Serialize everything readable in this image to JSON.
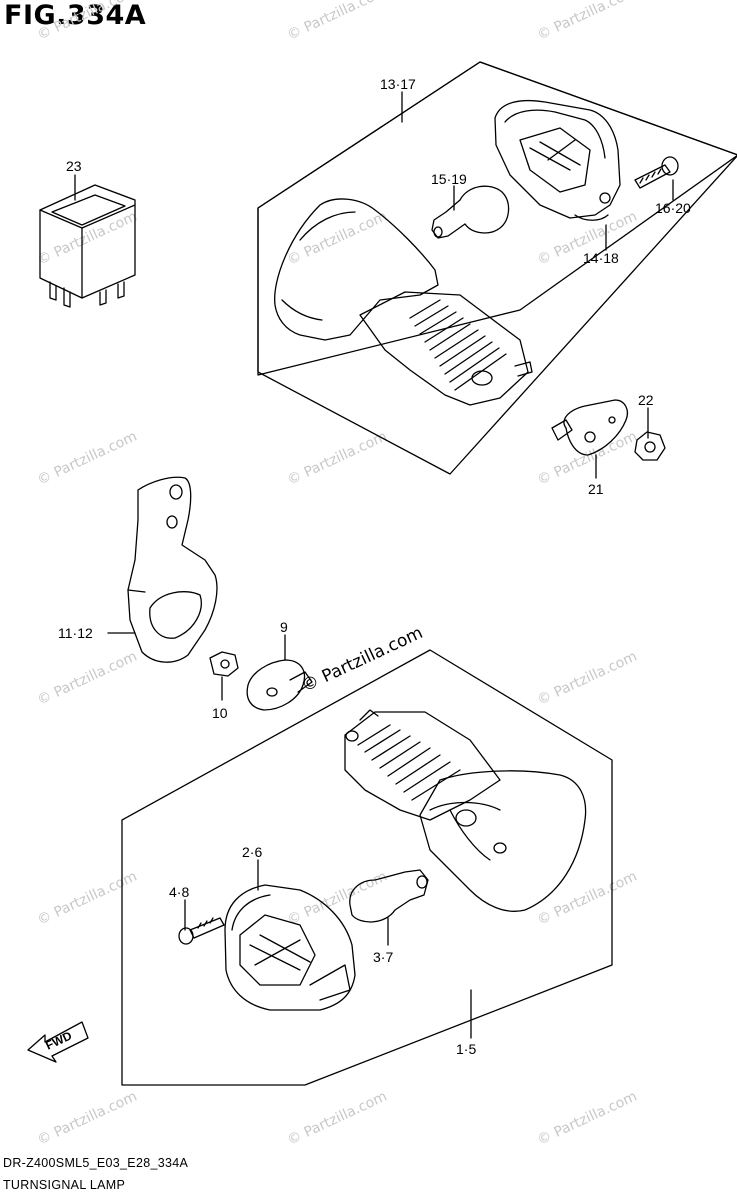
{
  "figure": {
    "title": "FIG.334A",
    "code": "DR-Z400SML5_E03_E28_334A",
    "name": "TURNSIGNAL LAMP"
  },
  "watermark": {
    "text": "© Partzilla.com",
    "overlay_text": "© Partzilla.com"
  },
  "direction_arrow": "FWD",
  "part_labels": {
    "p13_17": "13·17",
    "p15_19": "15·19",
    "p16_20": "16·20",
    "p14_18": "14·18",
    "p23": "23",
    "p22": "22",
    "p21": "21",
    "p11_12": "11·12",
    "p9": "9",
    "p10": "10",
    "p2_6": "2·6",
    "p4_8": "4·8",
    "p3_7": "3·7",
    "p1_5": "1·5"
  },
  "colors": {
    "line": "#000000",
    "watermark": "#c8c8c8",
    "background": "#ffffff"
  }
}
